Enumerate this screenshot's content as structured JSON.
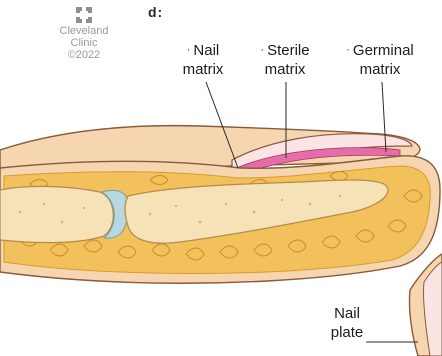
{
  "logo": {
    "icon": "cleveland-clinic-logo-icon",
    "line1": "Cleveland",
    "line2": "Clinic",
    "line3": "©2022"
  },
  "title_fragment": "d:",
  "labels": {
    "nail_matrix": {
      "bullet": "·",
      "line1": "Nail",
      "line2": "matrix"
    },
    "sterile_matrix": {
      "bullet": "·",
      "line1": "Sterile",
      "line2": "matrix"
    },
    "germinal_matrix": {
      "bullet": "·",
      "line1": "Germinal",
      "line2": "matrix"
    },
    "nail_plate": {
      "line1": "Nail",
      "line2": "plate"
    }
  },
  "colors": {
    "skin": "#f6d6b0",
    "skin_outline": "#8a5a3a",
    "fat": "#f3c15c",
    "fat_dark": "#d99a2e",
    "bone": "#f5e2b6",
    "bone_outline": "#b8894a",
    "joint": "#b7d8df",
    "matrix_pink": "#e56ea8",
    "leader_line": "#2a2a2a"
  }
}
